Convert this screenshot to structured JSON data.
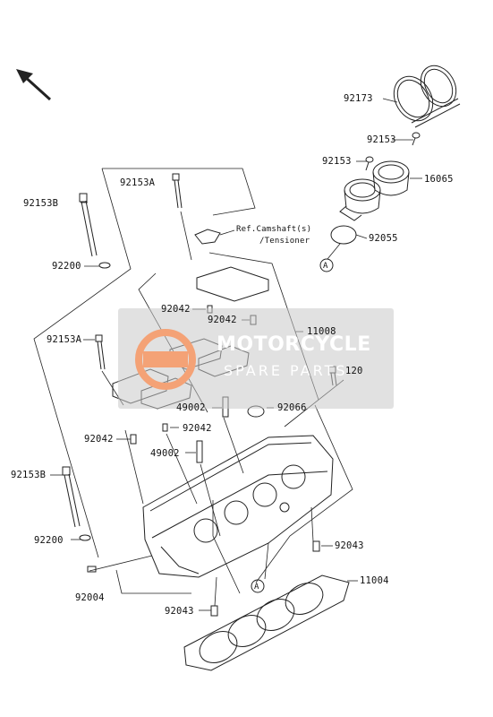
{
  "watermark": {
    "title": "MOTORCYCLE",
    "subtitle": "SPARE PARTS",
    "accent_color": "#f4a276"
  },
  "labels": {
    "p92173": "92173",
    "p92153_top": "92153",
    "p92153_mid": "92153",
    "p16065": "16065",
    "p92055": "92055",
    "p92153B_top": "92153B",
    "p92153A_top": "92153A",
    "ref_camshaft": "Ref.Camshaft(s)",
    "ref_tensioner": "/Tensioner",
    "p92200_top": "92200",
    "p92042_a": "92042",
    "p92042_b": "92042",
    "p11008": "11008",
    "p92153A_mid": "92153A",
    "p120": "120",
    "p49002_a": "49002",
    "p92066": "92066",
    "p92042_c": "92042",
    "p92042_d": "92042",
    "p49002_b": "49002",
    "p92153B_bot": "92153B",
    "p92200_bot": "92200",
    "p92043_a": "92043",
    "p92004": "92004",
    "p11004": "11004",
    "p92043_b": "92043",
    "callout_a": "A"
  },
  "icons": {
    "direction": "arrow-up-left-icon",
    "callout": "circle-a-icon"
  }
}
